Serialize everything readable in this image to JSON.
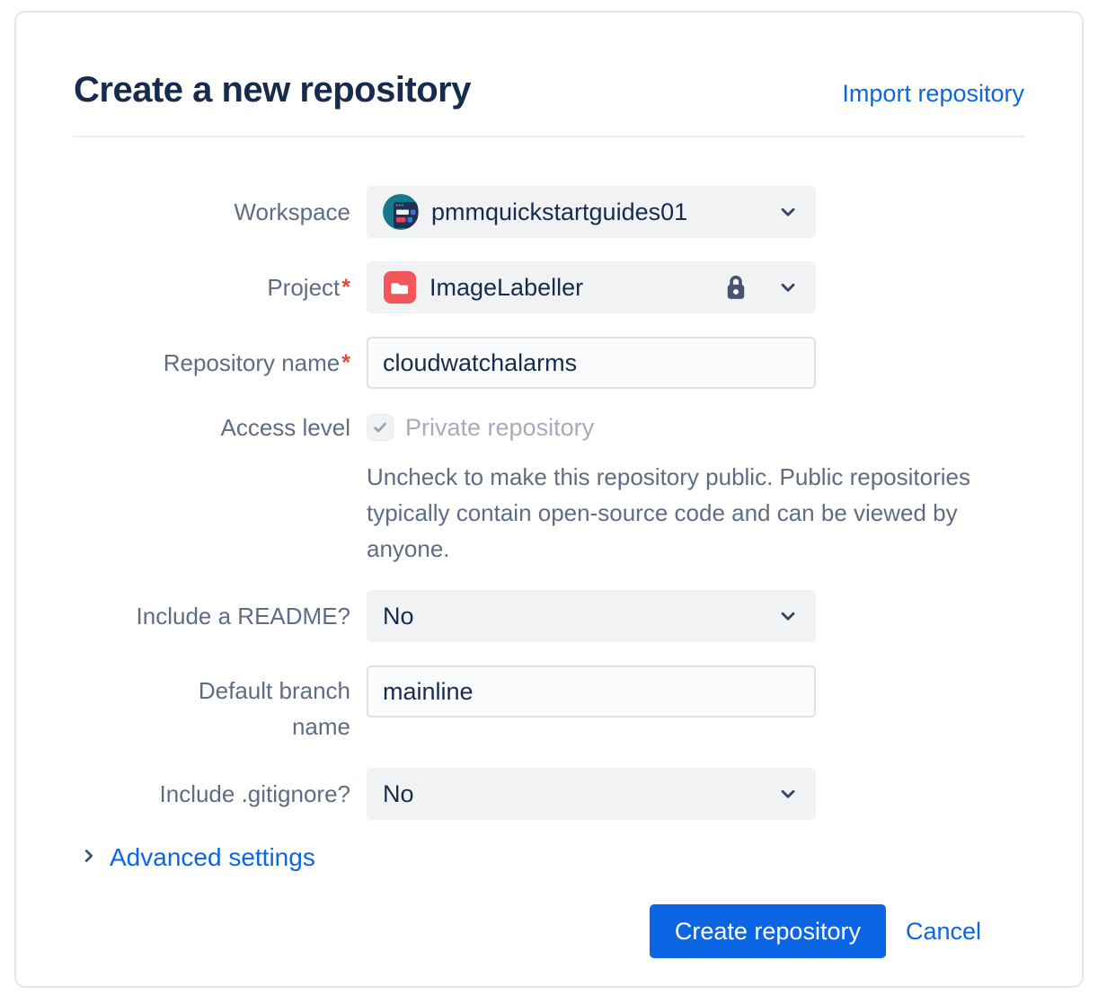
{
  "dialog": {
    "title": "Create a new repository",
    "import_link": "Import repository"
  },
  "form": {
    "workspace": {
      "label": "Workspace",
      "value": "pmmquickstartguides01"
    },
    "project": {
      "label": "Project",
      "required_mark": "*",
      "value": "ImageLabeller"
    },
    "repository_name": {
      "label": "Repository name",
      "required_mark": "*",
      "value": "cloudwatchalarms"
    },
    "access_level": {
      "label": "Access level",
      "checkbox_label": "Private repository",
      "checkbox_checked": true,
      "help_text": "Uncheck to make this repository public. Public repositories typically contain open-source code and can be viewed by anyone."
    },
    "include_readme": {
      "label": "Include a README?",
      "value": "No"
    },
    "default_branch_name": {
      "label": "Default branch name",
      "value": "mainline"
    },
    "include_gitignore": {
      "label": "Include .gitignore?",
      "value": "No"
    },
    "advanced_settings_label": "Advanced settings"
  },
  "footer": {
    "create_button": "Create repository",
    "cancel_button": "Cancel"
  },
  "icons": {
    "workspace_avatar": "teal-workspace-avatar",
    "project_icon": "red-folder-badge",
    "lock_icon": "lock",
    "chevron_down_icon": "chevron-down",
    "chevron_right_icon": "chevron-right",
    "checkbox_check_icon": "check"
  },
  "colors": {
    "accent_blue": "#0C66E4",
    "heading_navy": "#172B4D",
    "label_grey": "#5E6C84",
    "disabled_text": "#A5ADBA",
    "field_grey": "#F1F2F4",
    "input_border": "#DFE1E6",
    "required_red": "#E2483D",
    "project_badge_red": "#F5565B",
    "avatar_teal": "#127A8C",
    "icon_slate": "#44546F"
  }
}
